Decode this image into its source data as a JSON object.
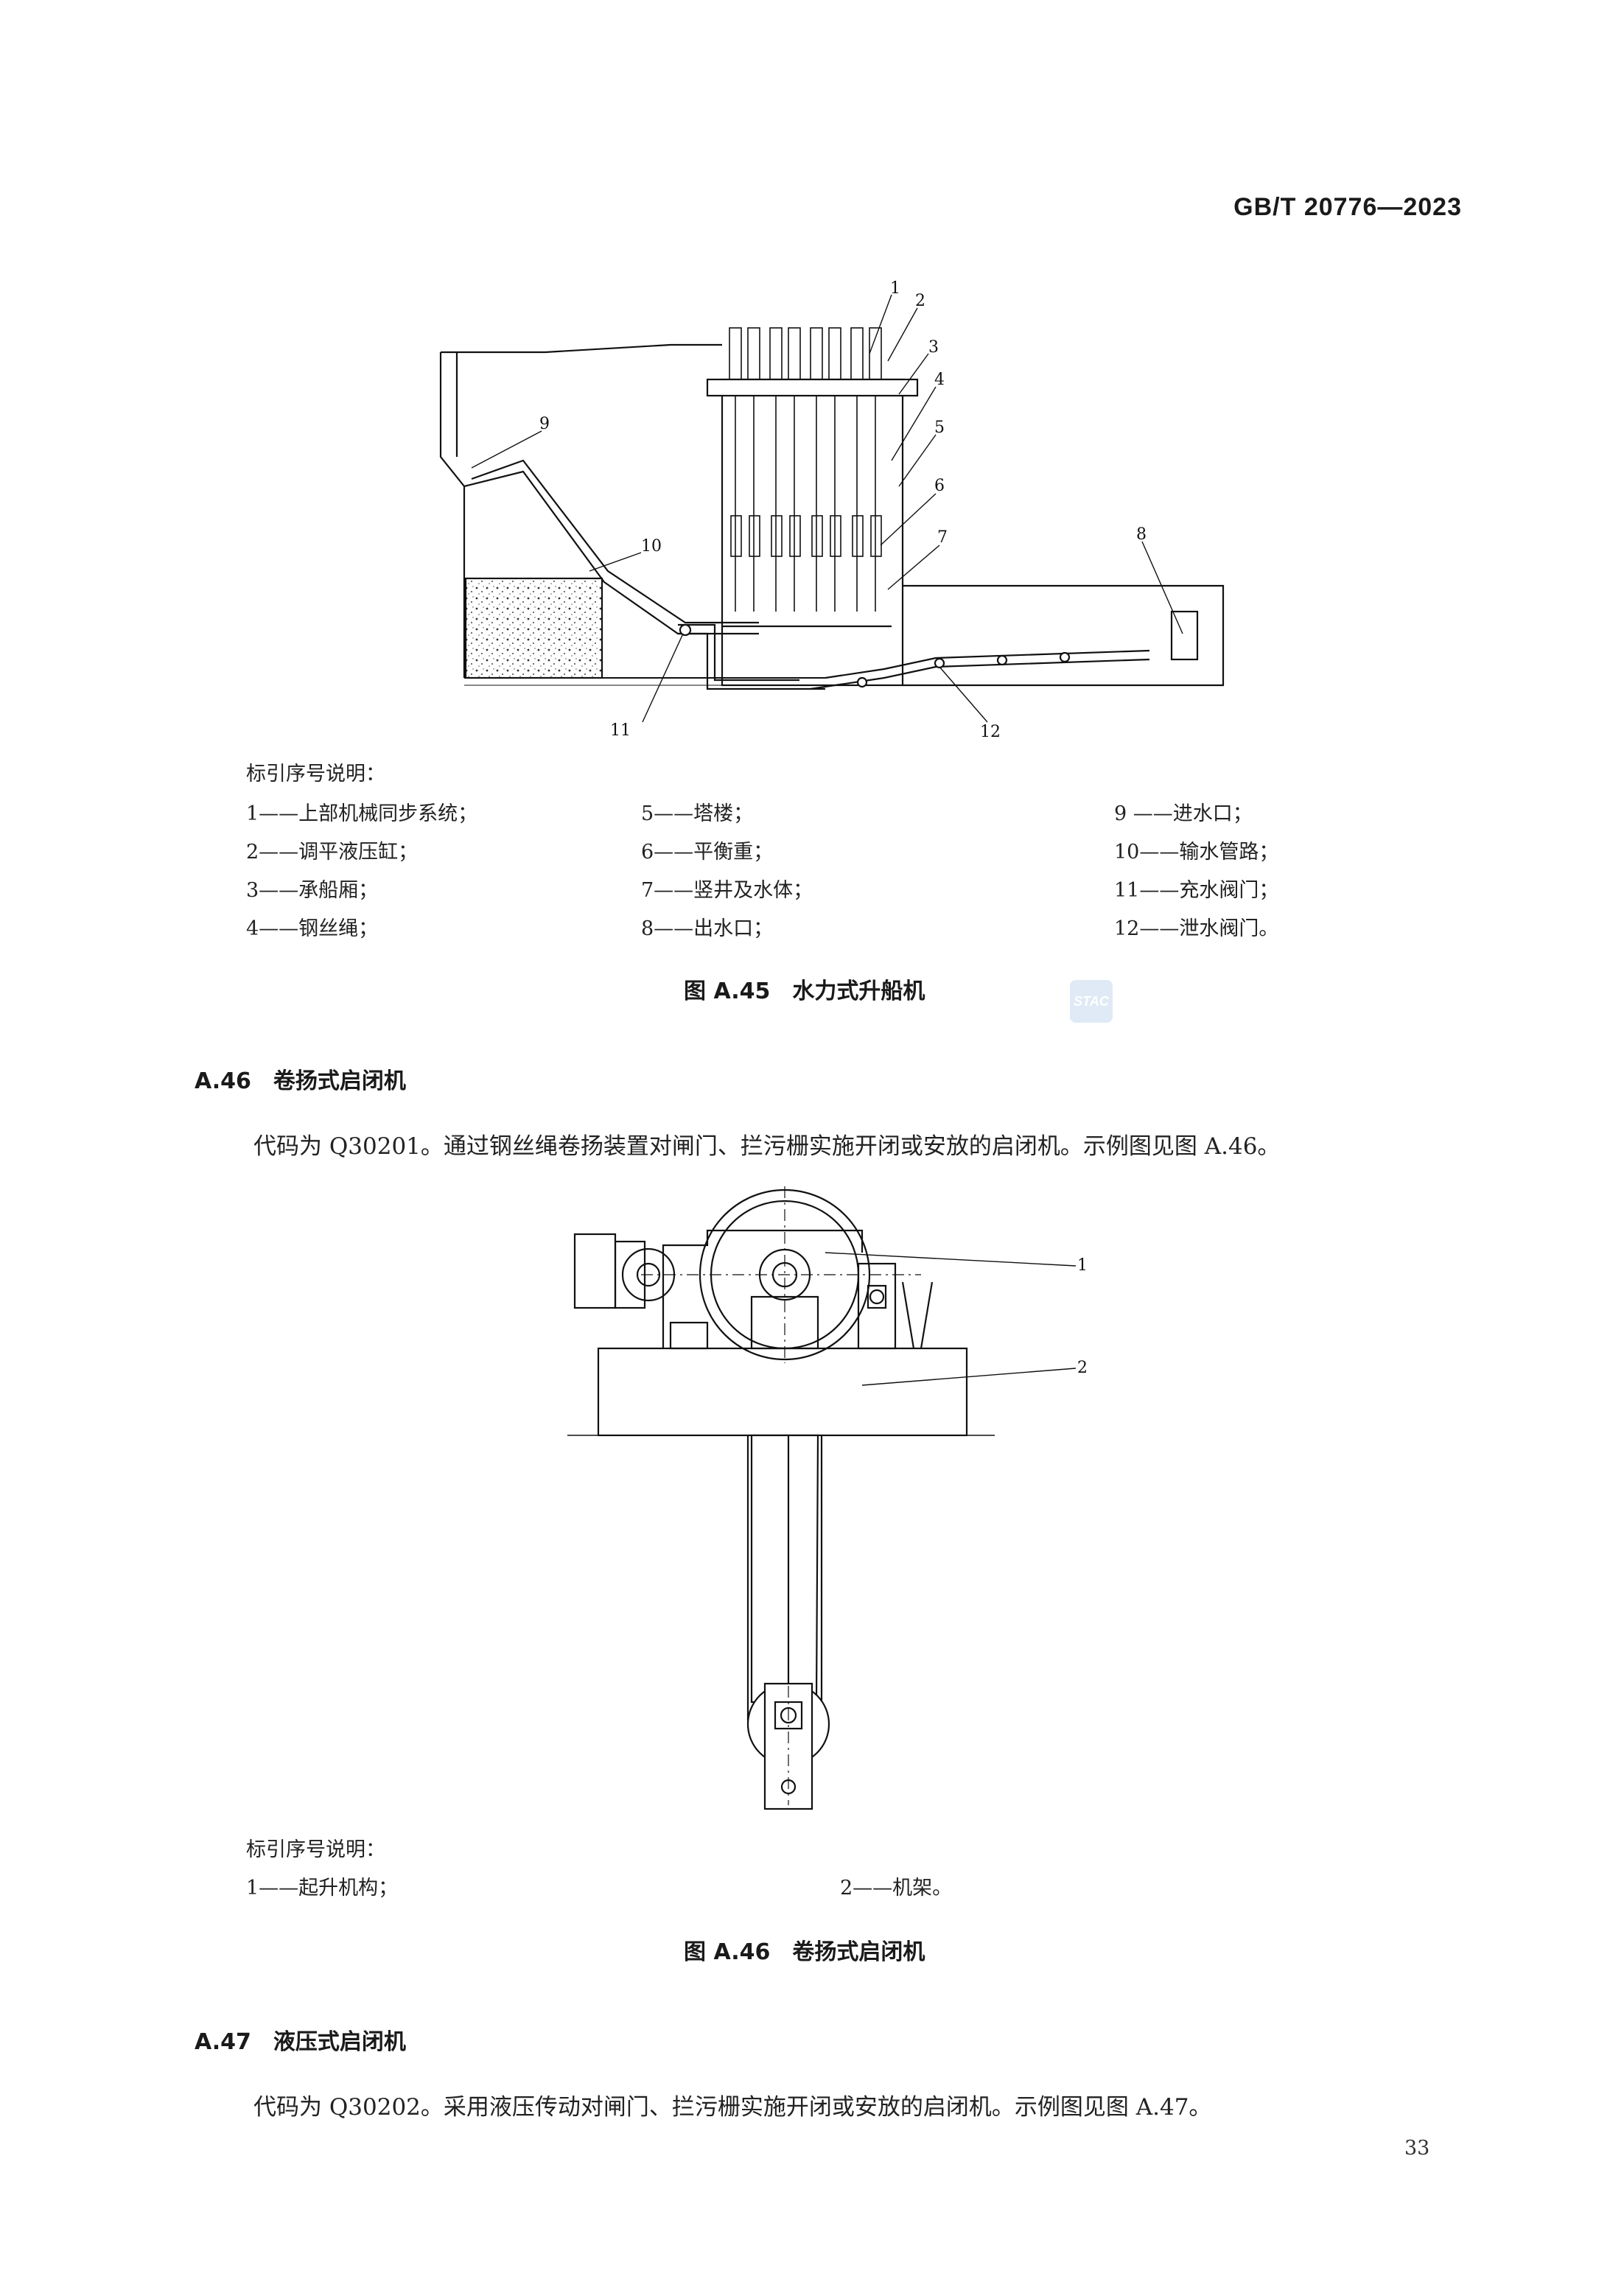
{
  "header": {
    "std_code": "GB/T 20776—2023"
  },
  "figure1": {
    "callouts": [
      "1",
      "2",
      "3",
      "4",
      "5",
      "6",
      "7",
      "8",
      "9",
      "10",
      "11",
      "12"
    ],
    "legend_title": "标引序号说明：",
    "legend": [
      "1——上部机械同步系统；",
      "2——调平液压缸；",
      "3——承船厢；",
      "4——钢丝绳；",
      "5——塔楼；",
      "6——平衡重；",
      "7——竖井及水体；",
      "8——出水口；",
      "9 ——进水口；",
      "10——输水管路；",
      "11——充水阀门；",
      "12——泄水阀门。"
    ],
    "caption": "图 A.45　水力式升船机"
  },
  "section1": {
    "heading": "A.46　卷扬式启闭机",
    "paragraph": "代码为 Q30201。通过钢丝绳卷扬装置对闸门、拦污栅实施开闭或安放的启闭机。示例图见图 A.46。"
  },
  "figure2": {
    "callouts": [
      "1",
      "2"
    ],
    "legend_title": "标引序号说明：",
    "legend": [
      "1——起升机构；",
      "2——机架。"
    ],
    "caption": "图 A.46　卷扬式启闭机"
  },
  "section2": {
    "heading": "A.47　液压式启闭机",
    "paragraph": "代码为 Q30202。采用液压传动对闸门、拦污栅实施开闭或安放的启闭机。示例图见图 A.47。"
  },
  "watermark": "STAC",
  "page_number": "33"
}
